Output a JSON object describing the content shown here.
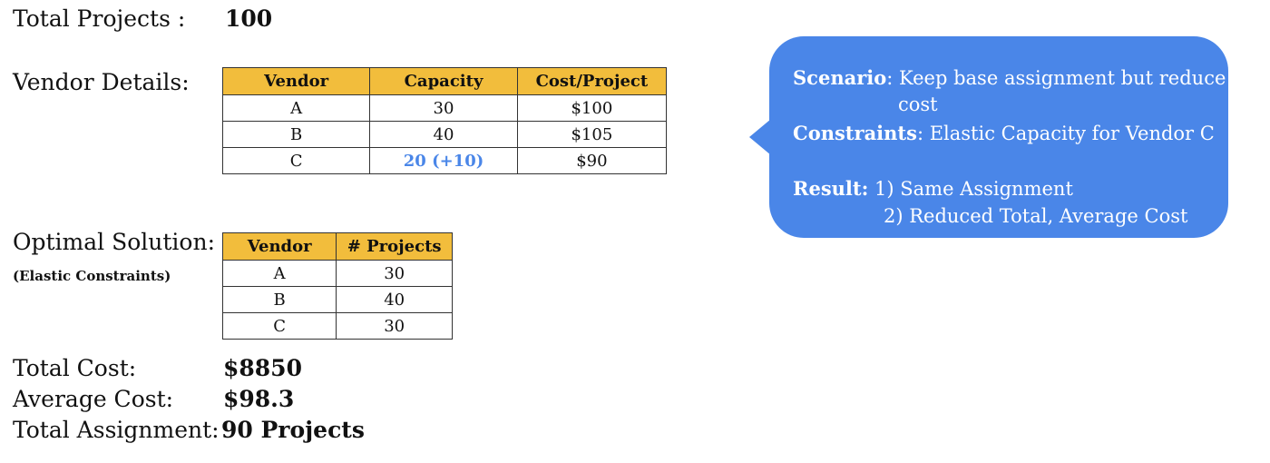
{
  "total_projects": {
    "label": "Total Projects :",
    "value": "100"
  },
  "vendor_details": {
    "label": "Vendor Details:",
    "headers": [
      "Vendor",
      "Capacity",
      "Cost/Project"
    ],
    "rows": [
      [
        "A",
        "30",
        "$100"
      ],
      [
        "B",
        "40",
        "$105"
      ],
      [
        "C",
        "20 (+10)",
        "$90"
      ]
    ]
  },
  "optimal_solution": {
    "label": "Optimal Solution:",
    "sublabel": "(Elastic Constraints)",
    "headers": [
      "Vendor",
      "# Projects"
    ],
    "rows": [
      [
        "A",
        "30"
      ],
      [
        "B",
        "40"
      ],
      [
        "C",
        "30"
      ]
    ]
  },
  "summary": {
    "total_cost_label": "Total Cost:",
    "total_cost_value": "$8850",
    "average_cost_label": "Average Cost:",
    "average_cost_value": "$98.3",
    "total_assignment_label": "Total Assignment:",
    "total_assignment_value": "90 Projects"
  },
  "callout": {
    "scenario_label": "Scenario",
    "scenario_text_1": ": Keep base assignment but reduce",
    "scenario_text_2": "cost",
    "constraints_label": "Constraints",
    "constraints_text": ": Elastic Capacity for Vendor C",
    "result_label": "Result:",
    "result_item_1": "1) Same Assignment",
    "result_item_2": "2) Reduced Total, Average Cost"
  },
  "colors": {
    "header_fill": "#f2bd3c",
    "callout_fill": "#4a86e8",
    "highlight_text": "#4a86e8"
  }
}
